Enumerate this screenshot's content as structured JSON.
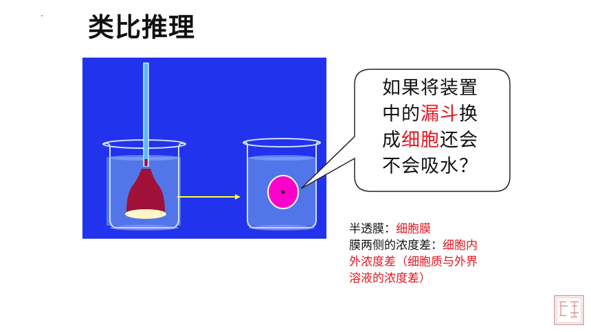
{
  "slide": {
    "title": "类比推理"
  },
  "bubble": {
    "line1": "如果将装置",
    "line2_a": "中的",
    "line2_red": "漏斗",
    "line2_b": "换",
    "line3_a": "成",
    "line3_red": "细胞",
    "line3_b": "还会",
    "line4": "不会吸水？"
  },
  "notes": {
    "membrane_label": "半透膜：",
    "membrane_value": "细胞膜",
    "conc_label": "膜两侧的浓度差：",
    "conc_value_1": "细胞内",
    "conc_value_2": "外浓度差（细胞质与外界",
    "conc_value_3": "溶液的浓度差）"
  },
  "colors": {
    "illustration_bg": "#2233ee",
    "highlight_red": "#e8141e",
    "cell_magenta": "#ff00cc",
    "arrow_yellow": "#ffff33"
  }
}
